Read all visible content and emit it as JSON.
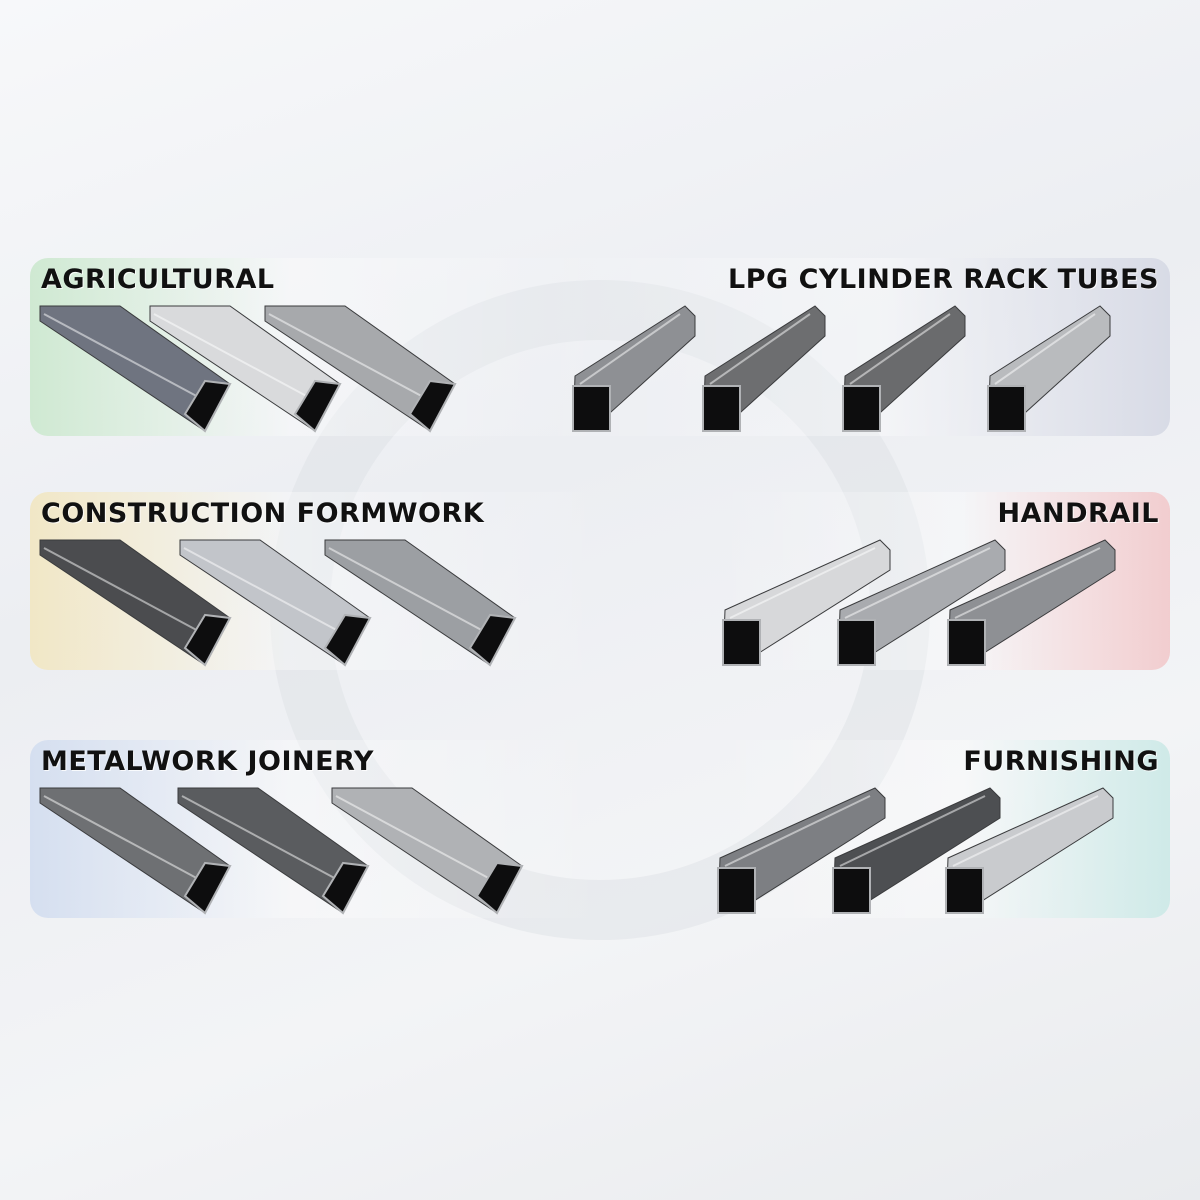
{
  "categories": [
    {
      "title": "AGRICULTURAL",
      "side": "left",
      "tint": "#cfe9d2",
      "tubes": [
        "#6f7480",
        "#d9dadc",
        "#a7a9ac"
      ]
    },
    {
      "title": "LPG CYLINDER RACK TUBES",
      "side": "right",
      "tint": "#d8dbe6",
      "tubes": [
        "#8e9094",
        "#6d6e70",
        "#6a6b6d",
        "#b9bbbe"
      ]
    },
    {
      "title": "CONSTRUCTION FORMWORK",
      "side": "left",
      "tint": "#f1e7c6",
      "tubes": [
        "#4b4c4f",
        "#c2c5ca",
        "#9c9fa3"
      ]
    },
    {
      "title": "HANDRAIL",
      "side": "right",
      "tint": "#f2cdcf",
      "tubes": [
        "#d7d8da",
        "#a9abaf",
        "#8e9094"
      ]
    },
    {
      "title": "METALWORK JOINERY",
      "side": "left",
      "tint": "#d5dff0",
      "tubes": [
        "#6e7073",
        "#5a5c5f",
        "#b0b2b5"
      ]
    },
    {
      "title": "FURNISHING",
      "side": "right",
      "tint": "#cfeae8",
      "tubes": [
        "#7d7f83",
        "#4d4f52",
        "#c9cbce"
      ]
    }
  ]
}
